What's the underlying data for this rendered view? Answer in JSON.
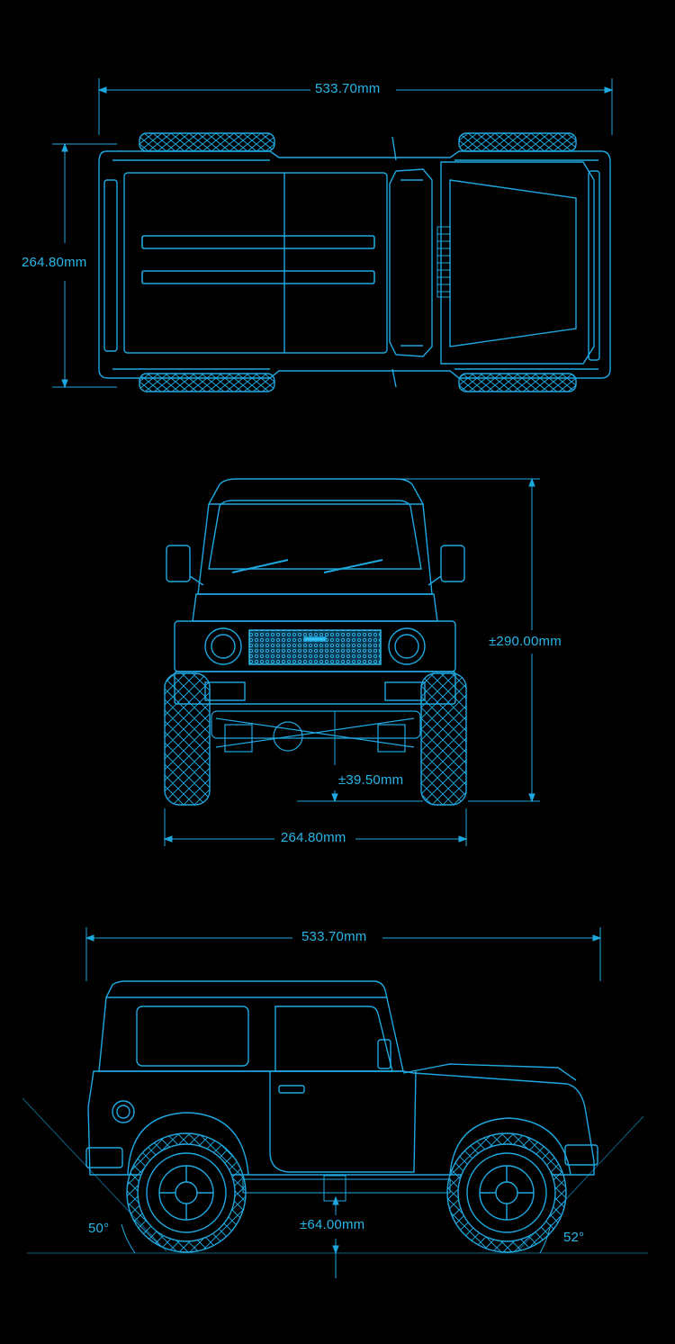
{
  "colors": {
    "background": "#000000",
    "line": "#1fa8e0",
    "line_dim": "#0e5f86",
    "fill_panel": "#0b3a55",
    "label": "#29b6e8"
  },
  "top_view": {
    "length_label": "533.70mm",
    "width_label": "264.80mm"
  },
  "front_view": {
    "height_label": "±290.00mm",
    "ground_clearance_label": "±39.50mm",
    "width_label": "264.80mm"
  },
  "side_view": {
    "length_label": "533.70mm",
    "ground_clearance_label": "±64.00mm",
    "approach_angle_label": "50°",
    "departure_angle_label": "52°"
  }
}
